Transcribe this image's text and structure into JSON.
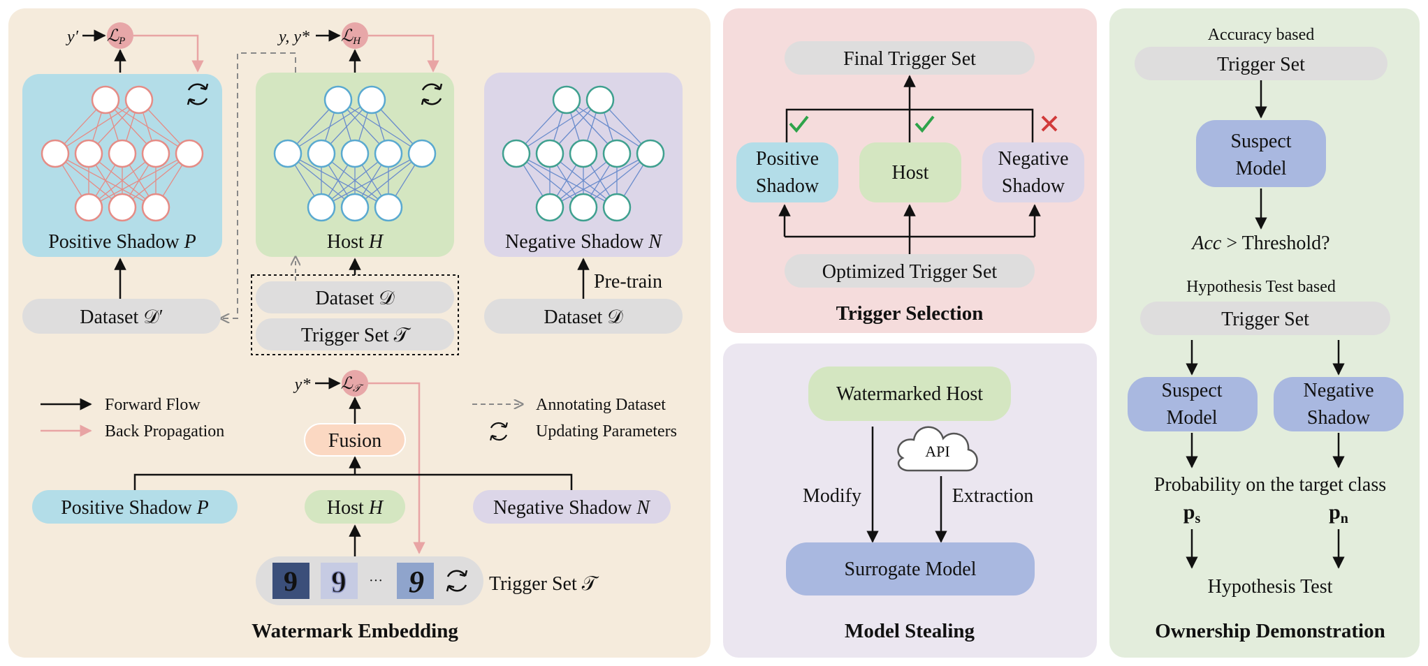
{
  "colors": {
    "embed_panel": "#f5ebdc",
    "select_panel": "#f5dcdc",
    "steal_panel": "#ebe6f0",
    "own_panel": "#e3eddc",
    "pos_shadow": "#b3dde8",
    "host": "#d4e6c1",
    "neg_shadow": "#dcd6e8",
    "gray_pill": "#dedddd",
    "fusion": "#fbd8c2",
    "loss_node": "#e7a7a8",
    "suspect": "#a9b8e0",
    "pos_net": "#e58c86",
    "host_net": "#5aa9d0",
    "host_line": "#6a8ccc",
    "neg_net": "#3fa08f",
    "forward": "#111111",
    "backprop": "#e8a4a4",
    "check": "#2ea34a",
    "cross": "#d13a3a"
  },
  "embedding": {
    "title": "Watermark Embedding",
    "pos_shadow_label": "Positive Shadow",
    "pos_shadow_var": "P",
    "host_label": "Host",
    "host_var": "H",
    "neg_shadow_label": "Negative Shadow",
    "neg_shadow_var": "N",
    "loss_p_target": "y′",
    "loss_p": "ℒ",
    "loss_p_sub": "P",
    "loss_h_target": "y, y*",
    "loss_h": "ℒ",
    "loss_h_sub": "H",
    "loss_t_target": "y*",
    "loss_t": "ℒ",
    "loss_t_sub": "𝒯",
    "dataset_prime": "Dataset 𝒟′",
    "dataset": "Dataset 𝒟",
    "trigger_set": "Trigger Set 𝒯",
    "dataset_neg": "Dataset 𝒟",
    "pretrain": "Pre-train",
    "fusion": "Fusion",
    "bottom_pos": "Positive Shadow",
    "bottom_pos_var": "P",
    "bottom_host": "Host",
    "bottom_host_var": "H",
    "bottom_neg": "Negative Shadow",
    "bottom_neg_var": "N",
    "trigger_bottom": "Trigger Set 𝒯",
    "digit": "9",
    "ellipsis": "···",
    "legend_forward": "Forward Flow",
    "legend_back": "Back Propagation",
    "legend_annot": "Annotating Dataset",
    "legend_update": "Updating Parameters"
  },
  "selection": {
    "title": "Trigger Selection",
    "final": "Final Trigger Set",
    "pos_line1": "Positive",
    "pos_line2": "Shadow",
    "host": "Host",
    "neg_line1": "Negative",
    "neg_line2": "Shadow",
    "optimized": "Optimized Trigger Set"
  },
  "stealing": {
    "title": "Model Stealing",
    "watermarked_host": "Watermarked Host",
    "api": "API",
    "modify": "Modify",
    "extraction": "Extraction",
    "surrogate": "Surrogate Model"
  },
  "ownership": {
    "title": "Ownership Demonstration",
    "acc_header": "Accuracy based",
    "trigger_set_1": "Trigger Set",
    "suspect_line1": "Suspect",
    "suspect_line2": "Model",
    "acc_word": "Acc",
    "acc_rest": " > Threshold?",
    "hyp_header": "Hypothesis Test based",
    "trigger_set_2": "Trigger Set",
    "suspect2_line1": "Suspect",
    "suspect2_line2": "Model",
    "neg_line1": "Negative",
    "neg_line2": "Shadow",
    "prob": "Probability on the target class",
    "ps": "p",
    "ps_sub": "s",
    "pn": "p",
    "pn_sub": "n",
    "hyp_test": "Hypothesis Test"
  }
}
